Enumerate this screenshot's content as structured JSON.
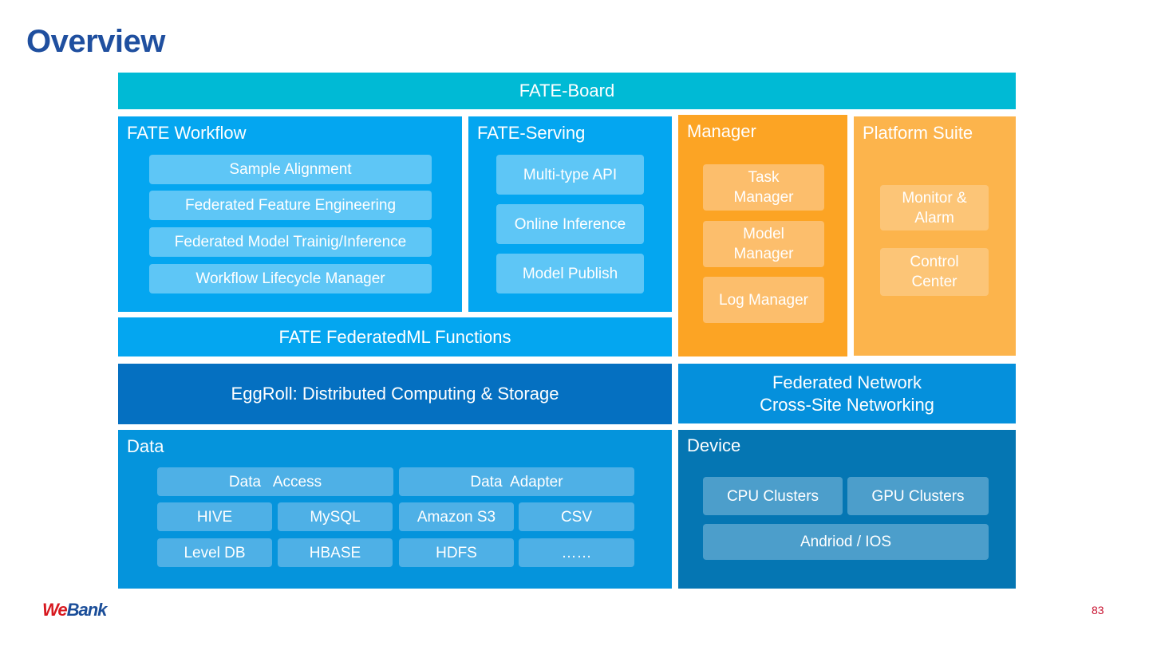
{
  "slide": {
    "title": "Overview",
    "page_number": "83",
    "logo": {
      "part1": "We",
      "part2": "Bank"
    }
  },
  "colors": {
    "title": "#1f4f9f",
    "fate_board": "#00bad5",
    "fate_blue": "#04a6f0",
    "manager_orange": "#fca424",
    "platform_orange": "#fcb44c",
    "eggroll_blue": "#0570c1",
    "network_blue": "#0590dc",
    "data_blue": "#0594dc",
    "device_blue": "#0576b3",
    "page_number": "#c8102e"
  },
  "diagram": {
    "fate_board": {
      "label": "FATE-Board"
    },
    "fate_workflow": {
      "label": "FATE Workflow",
      "items": [
        "Sample Alignment",
        "Federated Feature Engineering",
        "Federated Model Trainig/Inference",
        "Workflow Lifecycle Manager"
      ]
    },
    "fate_serving": {
      "label": "FATE-Serving",
      "items": [
        "Multi-type API",
        "Online Inference",
        "Model Publish"
      ]
    },
    "manager": {
      "label": "Manager",
      "items": [
        {
          "line1": "Task",
          "line2": "Manager"
        },
        {
          "line1": "Model",
          "line2": "Manager"
        },
        {
          "line1": "Log Manager",
          "line2": ""
        }
      ]
    },
    "platform_suite": {
      "label": "Platform Suite",
      "items": [
        {
          "line1": "Monitor &",
          "line2": "Alarm"
        },
        {
          "line1": "Control",
          "line2": "Center"
        }
      ]
    },
    "federatedml": {
      "label": "FATE FederatedML Functions"
    },
    "eggroll": {
      "label": "EggRoll: Distributed Computing & Storage"
    },
    "federated_network": {
      "line1": "Federated Network",
      "line2": "Cross-Site Networking"
    },
    "data": {
      "label": "Data",
      "access": "Data   Access",
      "adapter": "Data  Adapter",
      "row1": [
        "HIVE",
        "MySQL",
        "Amazon S3",
        "CSV"
      ],
      "row2": [
        "Level DB",
        "HBASE",
        "HDFS",
        "……"
      ]
    },
    "device": {
      "label": "Device",
      "items": [
        "CPU Clusters",
        "GPU Clusters",
        "Andriod / IOS"
      ]
    }
  }
}
